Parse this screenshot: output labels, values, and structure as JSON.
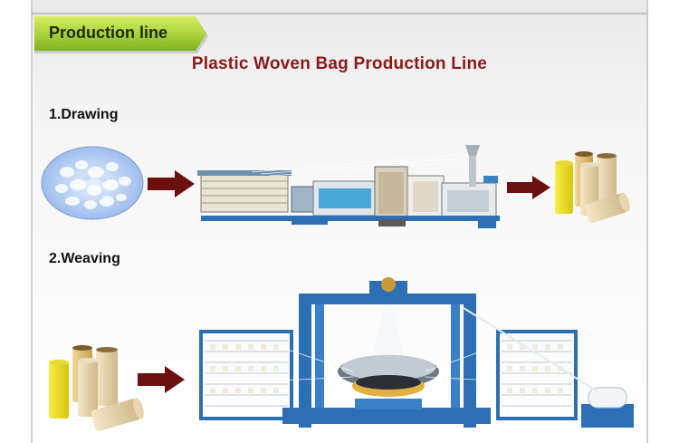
{
  "header": {
    "ribbon_label": "Production line"
  },
  "title": "Plastic Woven Bag Production Line",
  "steps": [
    {
      "label": "1.Drawing"
    },
    {
      "label": "2.Weaving"
    }
  ],
  "colors": {
    "ribbon_green": "#a6d03a",
    "title_red": "#8b1a1a",
    "arrow": "#6b0f0f",
    "machine_blue": "#2d6fb4",
    "yarn_yellow": "#f3e31a",
    "yarn_cream": "#e9d7b0"
  },
  "icons": [
    "pellets-image",
    "drawing-line-machine",
    "yarn-bobbins",
    "circular-loom-machine",
    "flow-arrow"
  ]
}
